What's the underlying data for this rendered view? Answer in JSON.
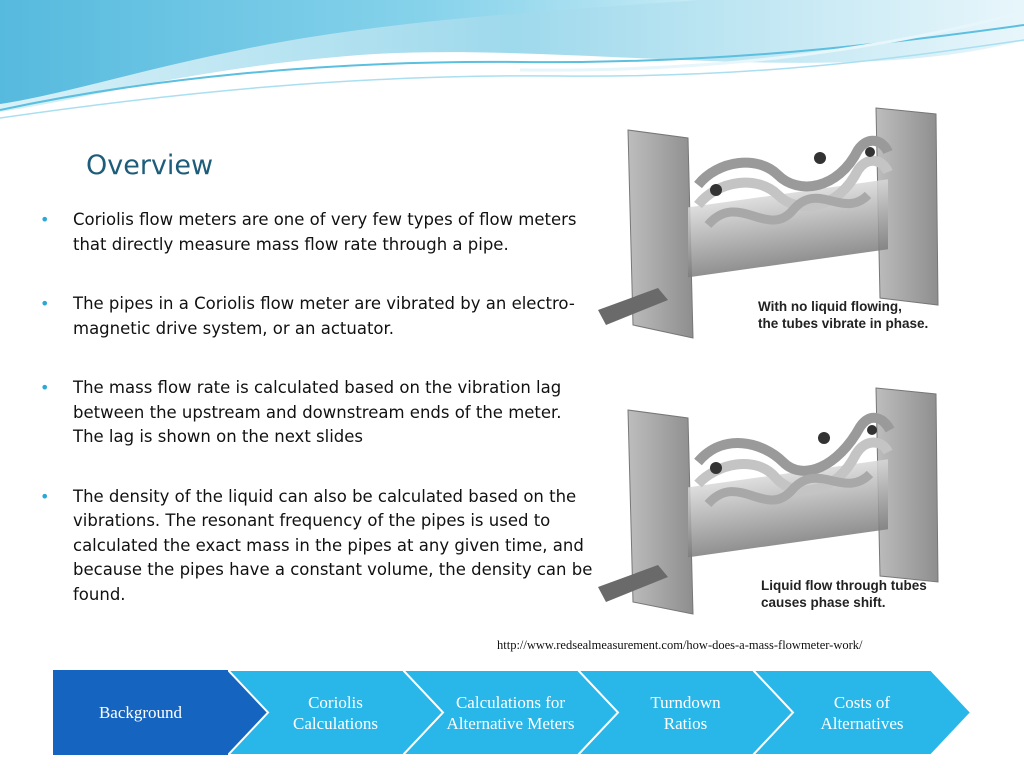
{
  "slide": {
    "title": "Overview",
    "bullets": [
      "Coriolis flow meters are one of very few types of flow meters that directly measure mass flow rate through a pipe.",
      "The pipes in a Coriolis flow meter are vibrated by an electro-magnetic drive system, or an actuator.",
      "The mass flow rate is calculated based on the vibration lag between the upstream and downstream ends of the meter. The lag is shown on the next slides",
      "The density of the liquid can also be calculated based on the vibrations. The resonant frequency of the pipes is used to calculated the exact mass in the pipes at any given time, and because the pipes have a constant volume, the density can be found."
    ],
    "figures": [
      {
        "caption_line1": "With no liquid flowing,",
        "caption_line2": "the tubes vibrate in phase."
      },
      {
        "caption_line1": "Liquid flow through tubes",
        "caption_line2": "causes phase shift."
      }
    ],
    "source": "http://www.redsealmeasurement.com/how-does-a-mass-flowmeter-work/"
  },
  "nav": {
    "steps": [
      {
        "label": "Background",
        "active": true
      },
      {
        "label": "Coriolis Calculations",
        "active": false
      },
      {
        "label": "Calculations for Alternative Meters",
        "active": false
      },
      {
        "label": "Turndown Ratios",
        "active": false
      },
      {
        "label": "Costs of Alternatives",
        "active": false
      }
    ]
  },
  "colors": {
    "title": "#1d5d7a",
    "bullet": "#2aa9d6",
    "nav_active": "#1565c0",
    "nav_inactive": "#29b6e8",
    "wave_light": "#bfe8f3",
    "wave_dark": "#4cb6dc"
  }
}
